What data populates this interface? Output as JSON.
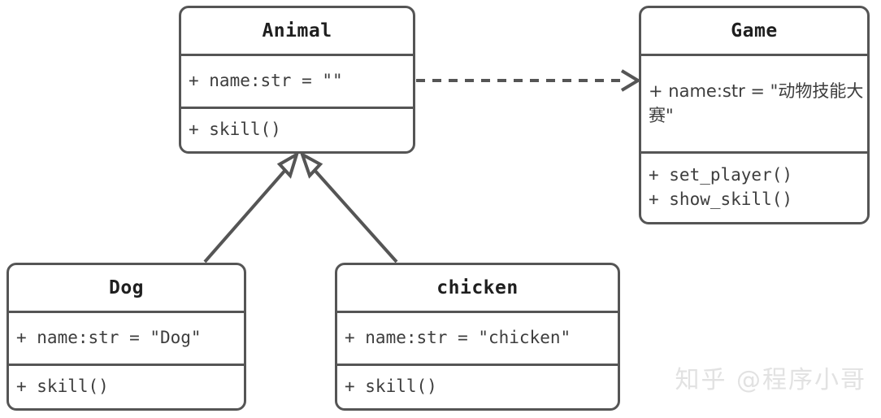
{
  "diagram": {
    "type": "uml-class-diagram",
    "stroke_color": "#555555",
    "title_color": "#1f1f1f",
    "member_color": "#3d3d3d",
    "background": "#ffffff"
  },
  "classes": [
    {
      "id": "animal",
      "name": "Animal",
      "attributes": [
        "+ name:str = \"\""
      ],
      "methods": [
        "+ skill()"
      ]
    },
    {
      "id": "game",
      "name": "Game",
      "attributes": [
        "+ name:str = \"动物技能大赛\""
      ],
      "methods": [
        "+ set_player()",
        "+ show_skill()"
      ]
    },
    {
      "id": "dog",
      "name": "Dog",
      "attributes": [
        "+ name:str = \"Dog\""
      ],
      "methods": [
        "+ skill()"
      ]
    },
    {
      "id": "chicken",
      "name": "chicken",
      "attributes": [
        "+ name:str = \"chicken\""
      ],
      "methods": [
        "+ skill()"
      ]
    }
  ],
  "relationships": [
    {
      "id": "animal-to-game",
      "kind": "dependency",
      "style": "dashed",
      "arrowhead": "open",
      "from": "animal",
      "to": "game"
    },
    {
      "id": "dog-to-animal",
      "kind": "generalization",
      "style": "solid",
      "arrowhead": "hollow-triangle",
      "from": "dog",
      "to": "animal"
    },
    {
      "id": "chicken-to-animal",
      "kind": "generalization",
      "style": "solid",
      "arrowhead": "hollow-triangle",
      "from": "chicken",
      "to": "animal"
    }
  ],
  "watermark": {
    "text": "知乎 @程序小哥",
    "color": "#e2e2e2"
  }
}
